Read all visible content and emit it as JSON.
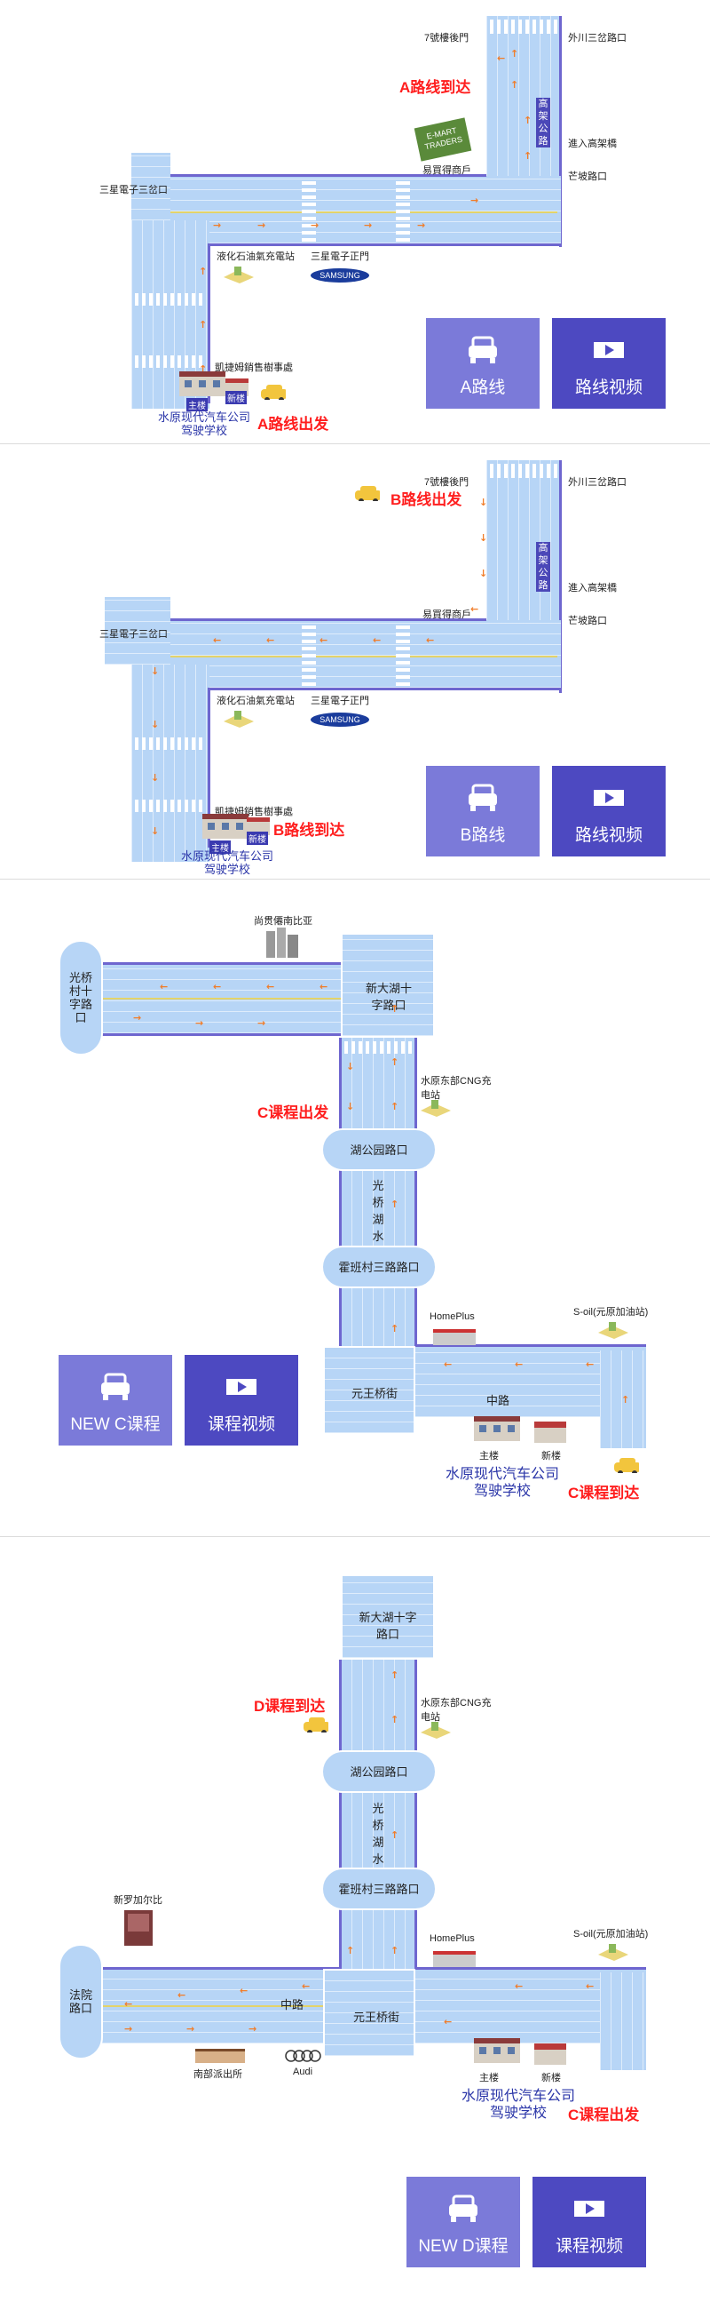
{
  "colors": {
    "road": "#b7d5f6",
    "edge": "#6e66cf",
    "route": "#f07d2a",
    "label_red": "#ff1e1e",
    "school_blue": "#2a35a8",
    "btn_light": "#7b7ad9",
    "btn_dark": "#4d49c1"
  },
  "sectionA": {
    "labels": {
      "gate7": "7號樓後門",
      "waichuan": "外川三岔路口",
      "samsung3": "三星電子三岔口",
      "yimaoshang": "易買得商戶",
      "enter": "進入高架橋",
      "slope": "芒坡路口",
      "lng": "液化石油氣充電站",
      "samsung_gate": "三星電子正門",
      "kaijie": "凱捷姆銷售樹事處",
      "main": "主楼",
      "new": "新楼",
      "viaduct": "高架公路",
      "emart": "E-MART TRADERS",
      "samsung_logo": "SAMSUNG"
    },
    "arrive": "A路线到达",
    "depart": "A路线出发",
    "school": [
      "水原现代汽车公司",
      "驾驶学校"
    ],
    "btn_route": "A路线",
    "btn_video": "路线视频"
  },
  "sectionB": {
    "labels": {
      "gate7": "7號樓後門",
      "waichuan": "外川三岔路口",
      "samsung3": "三星電子三岔口",
      "yimaoshang": "易買得商戶",
      "enter": "進入高架橋",
      "slope": "芒坡路口",
      "lng": "液化石油氣充電站",
      "samsung_gate": "三星電子正門",
      "kaijie": "凱捷姆銷售樹事處",
      "main": "主楼",
      "new": "新楼",
      "viaduct": "高架公路",
      "samsung_logo": "SAMSUNG"
    },
    "arrive": "B路线到达",
    "depart": "B路线出发",
    "school": [
      "水原现代汽车公司",
      "驾驶学校"
    ],
    "btn_route": "B路线",
    "btn_video": "路线视频"
  },
  "sectionC": {
    "labels": {
      "guangqiao": "光桥村十字路口",
      "xindahu": "新大湖十字路口",
      "shangguan": "尚贯僊南比亚",
      "cng": "水原东部CNG充电站",
      "hugongyuan": "湖公园路口",
      "guangqiaohu": "光桥湖水道",
      "huoban": "霍班村三路路口",
      "homeplus": "HomePlus",
      "soil": "S-oil(元原加油站)",
      "yuanwang": "元王桥街",
      "zhonglu": "中路",
      "main": "主楼",
      "new": "新楼"
    },
    "depart": "C课程出发",
    "arrive": "C课程到达",
    "school": [
      "水原现代汽车公司",
      "驾驶学校"
    ],
    "btn_route": "NEW C课程",
    "btn_video": "课程视频"
  },
  "sectionD": {
    "labels": {
      "xindahu": "新大湖十字路口",
      "cng": "水原东部CNG充电站",
      "hugongyuan": "湖公园路口",
      "guangqiaohu": "光桥湖水道",
      "huoban": "霍班村三路路口",
      "xinluo": "新罗加尔比",
      "homeplus": "HomePlus",
      "soil": "S-oil(元原加油站)",
      "fayuan": "法院路口",
      "zhonglu": "中路",
      "yuanwang": "元王桥街",
      "nanbu": "南部派出所",
      "audi": "Audi",
      "main": "主楼",
      "new": "新楼"
    },
    "arrive": "D课程到达",
    "depart": "C课程出发",
    "school": [
      "水原现代汽车公司",
      "驾驶学校"
    ],
    "btn_route": "NEW D课程",
    "btn_video": "课程视频"
  }
}
